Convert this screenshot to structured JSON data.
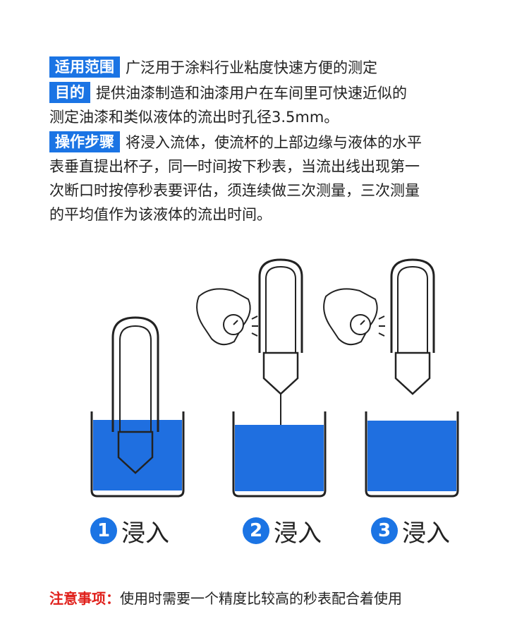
{
  "scope": {
    "tag": "适用范围",
    "text": "广泛用于涂料行业粘度快速方便的测定"
  },
  "purpose": {
    "tag": "目的",
    "text": "提供油漆制造和油漆用户在车间里可快速近似的",
    "text2": "测定油漆和类似液体的流出时孔径3.5mm。"
  },
  "procedure": {
    "tag": "操作步骤",
    "text": "将浸入流体，使流杯的上部边缘与液体的水平",
    "lines": [
      "表垂直提出杯子，同一时间按下秒表，当流出线出现第一",
      "次断口时按停秒表要评估，须连续做三次测量，三次测量",
      "的平均值作为该液体的流出时间。"
    ]
  },
  "steps": [
    {
      "number": "1",
      "label": "浸入"
    },
    {
      "number": "2",
      "label": "浸入"
    },
    {
      "number": "3",
      "label": "浸入"
    }
  ],
  "note": {
    "title": "注意事项：",
    "text": "使用时需要一个精度比较高的秒表配合着使用"
  },
  "colors": {
    "accent": "#1b74e4",
    "liquid": "#1f6fe0",
    "note_title": "#e0201b"
  }
}
